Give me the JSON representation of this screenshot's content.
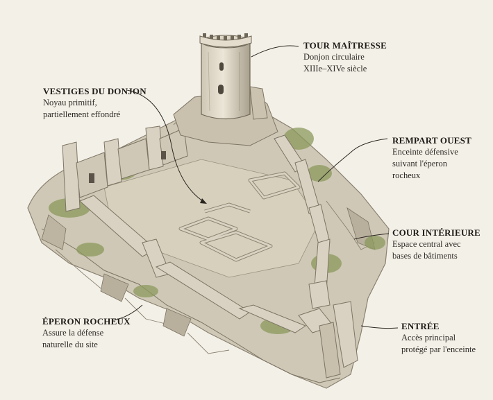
{
  "labels": {
    "tour": {
      "title": "TOUR MAÎTRESSE",
      "line1": "Donjon circulaire",
      "line2": "XIIIe–XIVe siècle"
    },
    "vestiges": {
      "title": "VESTIGES DU DONJON",
      "line1": "Noyau primitif,",
      "line2": "partiellement effondré"
    },
    "rempart": {
      "title": "REMPART OUEST",
      "line1": "Enceinte défensive",
      "line2": "suivant l'éperon",
      "line3": "rocheux"
    },
    "cour": {
      "title": "COUR INTÉRIEURE",
      "line1": "Espace central avec",
      "line2": "bases de bâtiments"
    },
    "eperon": {
      "title": "ÉPERON ROCHEUX",
      "line1": "Assure la défense",
      "line2": "naturelle du site"
    },
    "entree": {
      "title": "ENTRÉE",
      "line1": "Accès principal",
      "line2": "protégé par l'enceinte"
    }
  },
  "colors": {
    "background": "#f3f0e8",
    "stone": "#d9d2c2",
    "stone_shadow": "#a89f8c",
    "vegetation": "#8b9a5c",
    "ink": "#2b2620"
  }
}
